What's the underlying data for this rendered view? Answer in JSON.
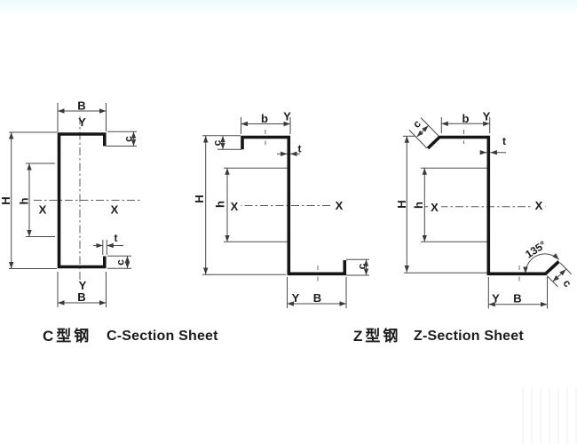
{
  "page": {
    "background": "#ffffff",
    "thin_line_color": "#4a4a4a",
    "profile_line_color": "#161616",
    "text_color": "#1b1b1b"
  },
  "diagrams": {
    "c_section": {
      "caption_zh": "C型钢",
      "caption_en": "C-Section Sheet",
      "labels": {
        "flange_width_top": "B",
        "axis_y_top": "Y",
        "lip_top": "c",
        "height": "H",
        "web_inner_height": "h",
        "axis_x_left": "X",
        "axis_x_right": "X",
        "thickness": "t",
        "lip_bottom": "c",
        "axis_y_bottom": "Y",
        "flange_width_bottom": "B"
      }
    },
    "z_section": {
      "labels": {
        "flange_width_top": "b",
        "axis_y_top": "Y",
        "lip_top": "c",
        "height": "H",
        "web_inner_height": "h",
        "axis_x_left": "X",
        "axis_x_right": "X",
        "thickness": "t",
        "lip_bottom": "c",
        "axis_y_bottom": "Y",
        "flange_width_bottom": "B"
      }
    },
    "z_section_angled": {
      "caption_zh": "Z型钢",
      "caption_en": "Z-Section Sheet",
      "labels": {
        "lip_top": "c",
        "flange_width_top": "b",
        "axis_y_top": "Y",
        "thickness": "t",
        "height": "H",
        "web_inner_height": "h",
        "axis_x_left": "X",
        "axis_x_right": "X",
        "lip_angle": "135°",
        "lip_bottom": "c",
        "axis_y_bottom": "Y",
        "flange_width_bottom": "B"
      }
    }
  }
}
